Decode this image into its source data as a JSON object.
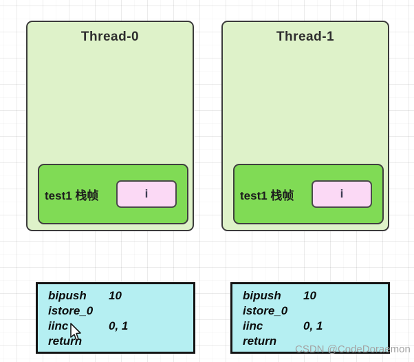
{
  "watermark": "CSDN @CodeDoraemon",
  "threads": [
    {
      "title": "Thread-0",
      "frame_label": "test1 栈帧",
      "variable": "i",
      "bytecode": [
        {
          "mnemonic": "bipush",
          "operand": "10"
        },
        {
          "mnemonic": "istore_0",
          "operand": ""
        },
        {
          "mnemonic": "iinc",
          "operand": "0, 1"
        },
        {
          "mnemonic": "return",
          "operand": ""
        }
      ]
    },
    {
      "title": "Thread-1",
      "frame_label": "test1 栈帧",
      "variable": "i",
      "bytecode": [
        {
          "mnemonic": "bipush",
          "operand": "10"
        },
        {
          "mnemonic": "istore_0",
          "operand": ""
        },
        {
          "mnemonic": "iinc",
          "operand": "0, 1"
        },
        {
          "mnemonic": "return",
          "operand": ""
        }
      ]
    }
  ],
  "colors": {
    "thread_fill": "#def2c9",
    "frame_fill": "#80db55",
    "variable_fill": "#fbd9f5",
    "bytecode_fill": "#b5eff2"
  }
}
